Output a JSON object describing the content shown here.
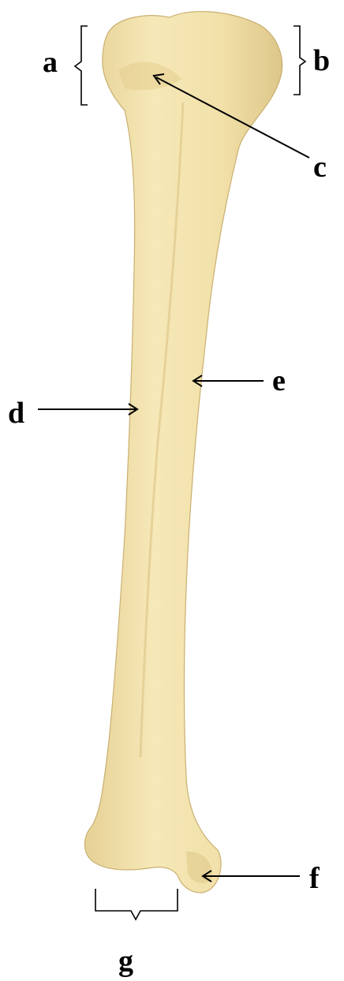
{
  "colors": {
    "bone": "#f2e2ac",
    "bone_shadow": "#d7c286",
    "bone_highlight": "#f8ecc4",
    "ink": "#000000"
  },
  "labels": {
    "a": "a",
    "b": "b",
    "c": "c",
    "d": "d",
    "e": "e",
    "f": "f",
    "g": "g"
  }
}
